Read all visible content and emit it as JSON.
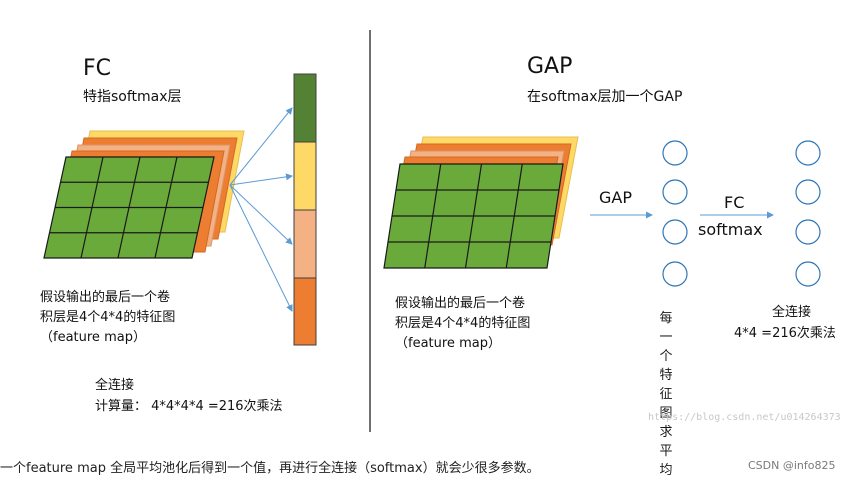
{
  "left": {
    "title": "FC",
    "subtitle": "特指softmax层",
    "desc_lines": [
      "假设输出的最后一个卷",
      "积层是4个4*4的特征图",
      "（feature map）"
    ],
    "fc_label": "全连接",
    "calc_label": "计算量：  4*4*4*4 =216次乘法"
  },
  "right": {
    "title": "GAP",
    "subtitle": "在softmax层加一个GAP",
    "desc_lines": [
      "假设输出的最后一个卷",
      "积层是4个4*4的特征图",
      "（feature map）"
    ],
    "gap_label": "GAP",
    "fc_label": "FC",
    "softmax_label": "softmax",
    "avg_label": "每一个特征图求平均",
    "fc_cn_label": "全连接",
    "calc_label": "4*4 =216次乘法"
  },
  "caption": "一个feature map 全局平均池化后得到一个值，再进行全连接（softmax）就会少很多参数。",
  "watermark_url": "https://blog.csdn.net/u014264373",
  "watermark_brand": "CSDN @info825",
  "colors": {
    "grid_green": "#6aaa3a",
    "grid_line": "#1a1a1a",
    "layer_orange": "#ed7d31",
    "layer_peach": "#f4b183",
    "layer_yellow": "#ffd966",
    "bar_dark_green": "#548235",
    "arrow_blue": "#5b9bd5",
    "circle_blue": "#2e75b6",
    "divider": "#404040"
  }
}
